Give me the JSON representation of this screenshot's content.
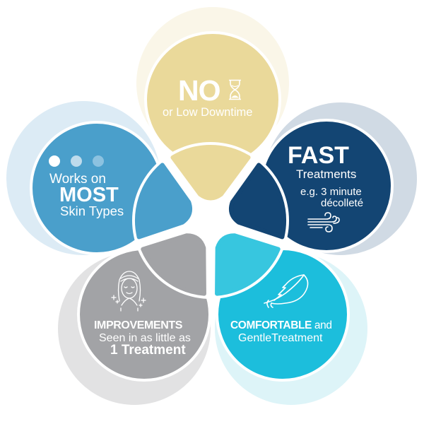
{
  "diagram": {
    "type": "five-petal flower infographic",
    "colors": {
      "gold": "#EAD99A",
      "gold_shadow": "#FAF6E8",
      "blue": "#4A9FCB",
      "blue_shadow": "#DCEBF5",
      "navy": "#134573",
      "navy_shadow": "#D0DAE4",
      "gray": "#A2A3A6",
      "gray_shadow": "#E2E2E3",
      "cyan": "#1CBEDC",
      "cyan_shadow": "#DDF4F8",
      "inner_gold": "#EAD99A",
      "inner_blue": "#4A9FCB",
      "inner_navy": "#134573",
      "inner_gray": "#A2A3A6",
      "inner_cyan": "#37C6DF",
      "text": "#FFFFFF"
    },
    "petals": {
      "top": {
        "headline": "NO",
        "subline": "or Low Downtime",
        "icon": "hourglass-icon"
      },
      "left": {
        "line1": "Works on",
        "headline": "MOST",
        "line3": "Skin Types",
        "icon": "three-dots-icon"
      },
      "right": {
        "headline": "FAST",
        "line2": "Treatments",
        "line3": "e.g. 3 minute",
        "line4": "décolleté",
        "icon": "wind-icon"
      },
      "bottom_left": {
        "headline": "IMPROVEMENTS",
        "line2": "Seen in as little as",
        "line3": "1 Treatment",
        "icon": "glowing-face-icon"
      },
      "bottom_right": {
        "headline": "COMFORTABLE",
        "headline_suffix": " and",
        "line2": "GentleTreatment",
        "icon": "feather-icon"
      }
    }
  }
}
